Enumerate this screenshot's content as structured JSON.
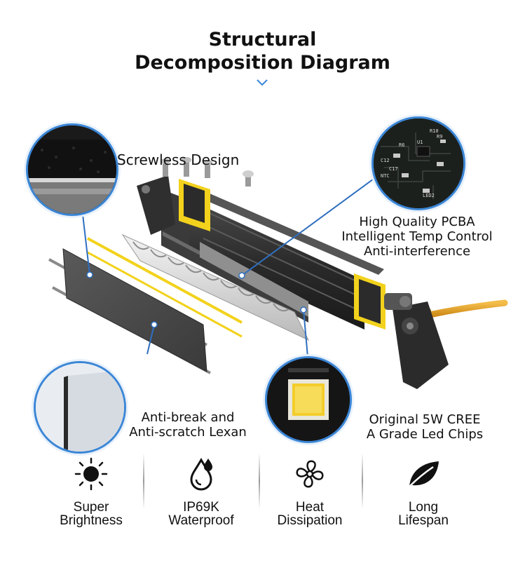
{
  "header": {
    "title_line1": "Structural",
    "title_line2": "Decomposition Diagram"
  },
  "callouts": {
    "screwless": "Screwless Design",
    "pcba_line1": "High Quality PCBA",
    "pcba_line2": "Intelligent Temp Control",
    "pcba_line3": "Anti-interference",
    "lexan_line1": "Anti-break and",
    "lexan_line2": "Anti-scratch Lexan",
    "chips_line1": "Original 5W CREE",
    "chips_line2": "A Grade Led Chips"
  },
  "pcb_markings": [
    "R10",
    "R9",
    "R6",
    "U1",
    "C12",
    "NTC",
    "LED2",
    "C17"
  ],
  "features": [
    {
      "icon": "sun-icon",
      "line1": "Super",
      "line2": "Brightness"
    },
    {
      "icon": "water-drops-icon",
      "line1": "IP69K",
      "line2": "Waterproof"
    },
    {
      "icon": "fan-icon",
      "line1": "Heat",
      "line2": "Dissipation"
    },
    {
      "icon": "leaf-icon",
      "line1": "Long",
      "line2": "Lifespan"
    }
  ],
  "colors": {
    "accent_blue": "#3b86d6",
    "housing_yellow": "#f2d21c",
    "cable_orange": "#e8a020",
    "housing_dark": "#2e2e2e"
  }
}
